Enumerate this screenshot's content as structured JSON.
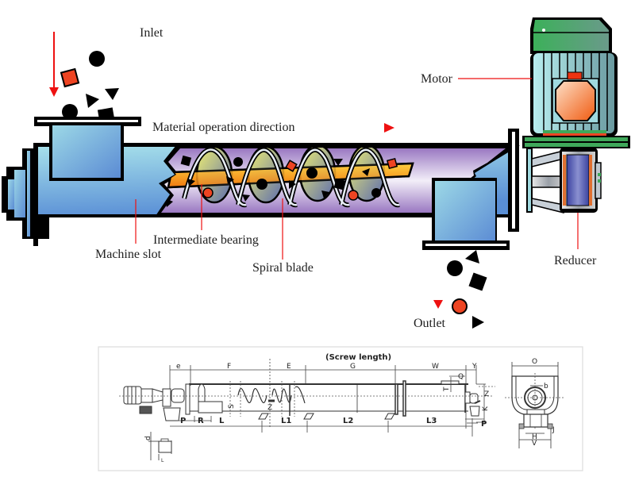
{
  "diagram": {
    "title": "Screw conveyor structure",
    "labels": {
      "inlet": "Inlet",
      "motor": "Motor",
      "direction": "Material operation direction",
      "intermediate_bearing": "Intermediate bearing",
      "machine_slot": "Machine slot",
      "spiral_blade": "Spiral blade",
      "reducer": "Reducer",
      "outlet": "Outlet"
    },
    "colors": {
      "trough_blue": "#6fa8dc",
      "trough_light": "#a8dcea",
      "interior_purple": "#b08fcc",
      "shaft_orange": "#f7a020",
      "blade_yellow": "#d9dc66",
      "motor_green": "#3fa85a",
      "motor_body": "#9fd9df",
      "motor_octagon": "#f07a3a",
      "reducer_blue": "#4a52a8",
      "arrow_red": "#ee1111",
      "particle_red": "#ee4422"
    }
  },
  "drawing": {
    "screw_length": "(Screw length)",
    "top_dims": [
      "e",
      "F",
      "E",
      "G",
      "W",
      "Y"
    ],
    "bottom_dims": [
      "P",
      "R",
      "L",
      "L1",
      "L2",
      "L3",
      "P"
    ],
    "side_dims": [
      "Q",
      "T",
      "Z",
      "K"
    ],
    "inner_dims": [
      "S",
      "Z"
    ],
    "detail_dims": [
      "d",
      "L"
    ],
    "end_view_dims": [
      "O",
      "b",
      "J",
      "H",
      "V"
    ]
  }
}
